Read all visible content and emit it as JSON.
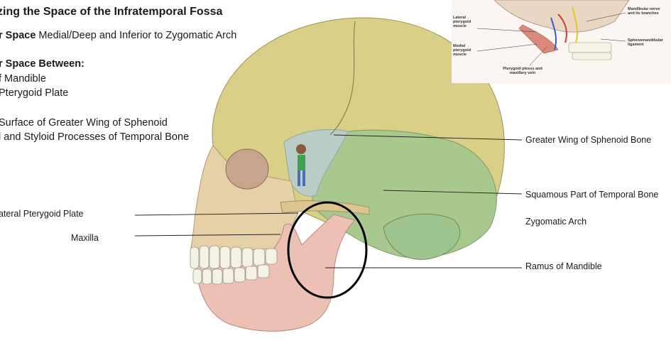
{
  "slide": {
    "title": "zing the Space of the Infratemporal Fossa",
    "line1_bold": "r Space",
    "line1_rest": " Medial/Deep and Inferior to Zygomatic Arch",
    "line2": "r Space Between:",
    "line3": "f Mandible",
    "line4": "Pterygoid Plate",
    "line5": "Surface of Greater Wing of Sphenoid",
    "line6": "l and Styloid Processes of Temporal Bone"
  },
  "labels": {
    "greater_wing": "Greater Wing of Sphenoid Bone",
    "squamous": "Squamous Part of Temporal Bone",
    "zygomatic": "Zygomatic Arch",
    "ramus": "Ramus of Mandible",
    "lateral_pterygoid": "ateral Pterygoid Plate",
    "maxilla": "Maxilla"
  },
  "inset": {
    "lateral_pterygoid_muscle": "Lateral pterygoid muscle",
    "medial_pterygoid_muscle": "Medial pterygoid muscle",
    "pterygoid_plexus": "Pterygoid plexus and maxillary vein",
    "mandibular_nerve": "Mandibular nerve and its branches",
    "sphenomandibular_ligament": "Sphenomandibular ligament"
  },
  "colors": {
    "cranium": "#d9cf86",
    "temporal": "#a8c98d",
    "sphenoid": "#b9ccc5",
    "mandible": "#ecc1b3",
    "maxilla": "#e6d0a8",
    "highlight_circle": "#000000"
  }
}
